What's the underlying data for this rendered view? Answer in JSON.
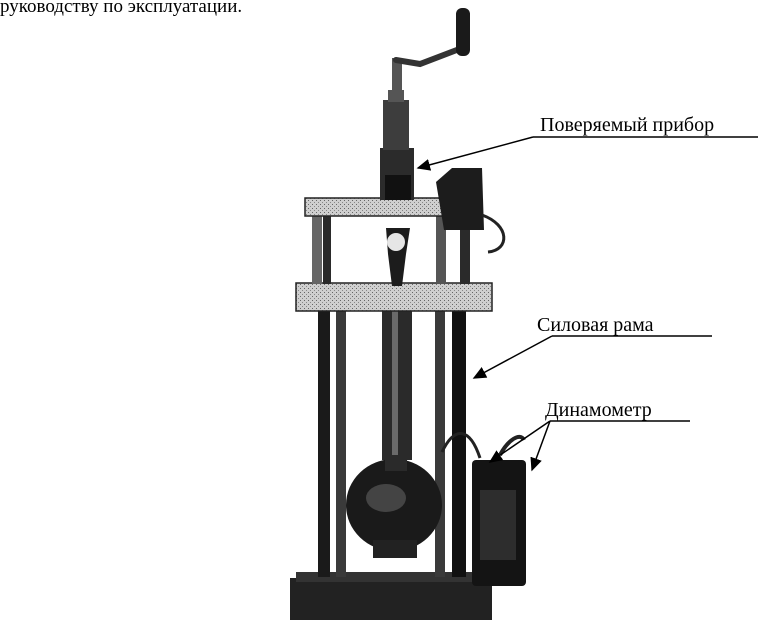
{
  "document": {
    "intro_fragment": "руководству по эксплуатации."
  },
  "figure": {
    "callouts": {
      "device_under_test": "Поверяемый прибор",
      "power_frame": "Силовая рама",
      "dynamometer": "Динамометр"
    }
  }
}
